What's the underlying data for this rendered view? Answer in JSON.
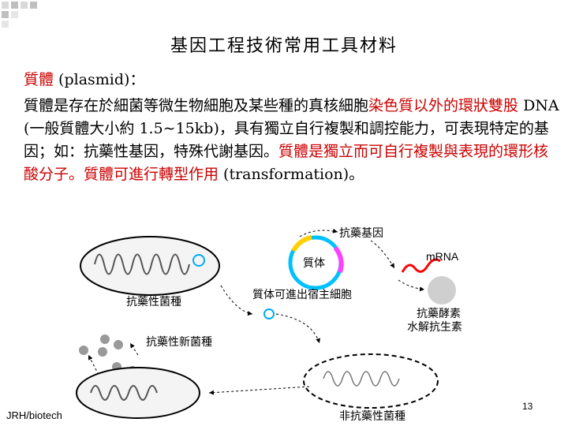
{
  "title": "基因工程技術常用工具材料",
  "heading": {
    "term": "質體",
    "rest": " (plasmid)："
  },
  "paragraph": {
    "part1": "質體是存在於細菌等微生物細胞及某些種的真核細胞",
    "red1": "染色質以外的環狀雙股",
    "part2": " DNA (一般質體大小約 1.5∼15kb)，具有獨立自行複製和調控能力，可表現特定的基因；如：抗藥性基因，特殊代謝基因。",
    "red2": "質體是獨立而可自行複製與表現的環形核酸分子。質體可進行轉型作用",
    "part3": " (transformation)。"
  },
  "diagram": {
    "label_resistance_gene": "抗藥基因",
    "label_plasmid": "質体",
    "label_mrna": "mRNA",
    "label_resistant_strain": "抗藥性菌種",
    "label_exit_host": "質体可進出宿主細胞",
    "label_enzyme_line1": "抗藥酵素",
    "label_enzyme_line2": "水解抗生素",
    "label_new_strain": "抗藥性新菌種",
    "label_nonresistant": "非抗藥性菌種"
  },
  "footer": {
    "source": "JRH/biotech",
    "page": "13"
  }
}
